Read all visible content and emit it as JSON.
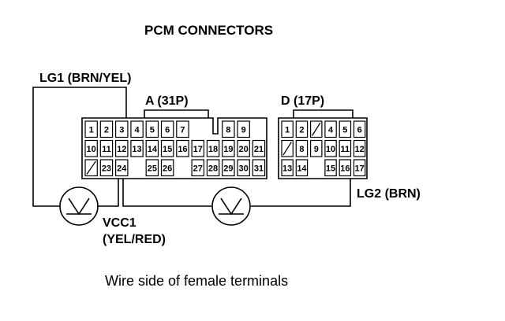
{
  "title": "PCM CONNECTORS",
  "caption": "Wire side of female terminals",
  "labels": {
    "lg1": "LG1 (BRN/YEL)",
    "lg2": "LG2 (BRN)",
    "vcc1_line1": "VCC1",
    "vcc1_line2": "(YEL/RED)"
  },
  "connectors": {
    "a": {
      "label": "A (31P)",
      "row1": [
        "1",
        "2",
        "3",
        "4",
        "5",
        "6",
        "7",
        "",
        "",
        "8",
        "9"
      ],
      "row2": [
        "10",
        "11",
        "12",
        "13",
        "14",
        "15",
        "16",
        "17",
        "18",
        "19",
        "20",
        "21"
      ],
      "row3": [
        "/",
        "23",
        "24",
        "",
        "25",
        "26",
        "",
        "27",
        "28",
        "29",
        "30",
        "31"
      ]
    },
    "d": {
      "label": "D (17P)",
      "row1": [
        "1",
        "2",
        "/",
        "4",
        "5",
        "6"
      ],
      "row2": [
        "/",
        "8",
        "9",
        "10",
        "11",
        "12"
      ],
      "row3": [
        "13",
        "14",
        "",
        "15",
        "16",
        "17"
      ]
    }
  },
  "meters": [
    {
      "name": "voltmeter-left",
      "symbol": "V"
    },
    {
      "name": "voltmeter-right",
      "symbol": "V"
    }
  ]
}
